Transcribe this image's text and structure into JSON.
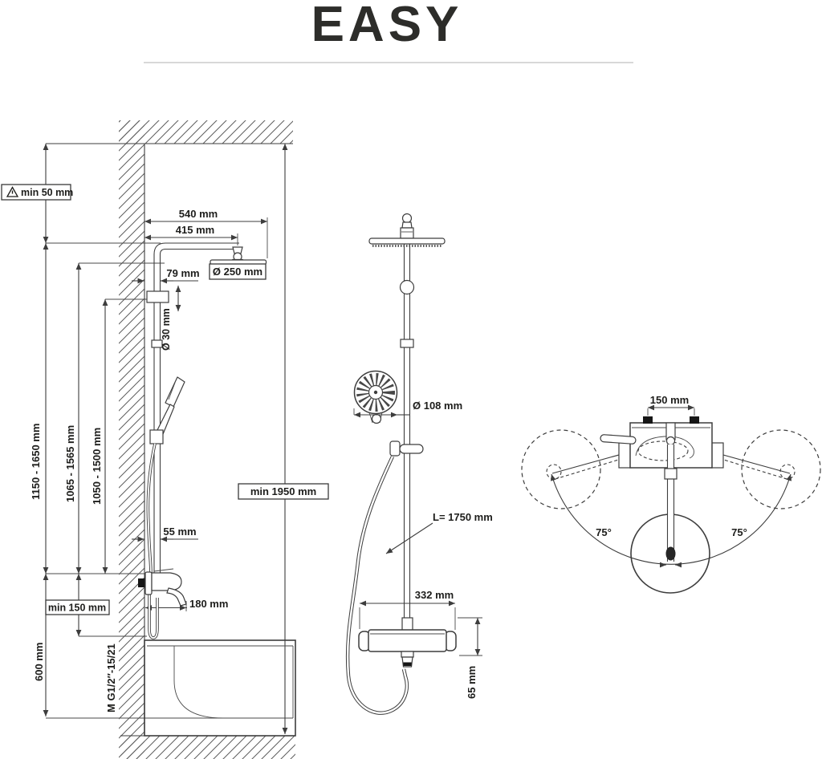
{
  "header": {
    "title": "EASY"
  },
  "labels": {
    "left": {
      "warning_icon": "⚠",
      "min_ceiling_gap": "min 50 mm",
      "arm_reach_outer": "540 mm",
      "arm_reach_pivot": "415 mm",
      "pipe_offset": "79 mm",
      "head_diameter": "Ø 250 mm",
      "pipe_diameter": "Ø 30 mm",
      "range_head": "1150 - 1650 mm",
      "range_handshower": "1065 - 1565 mm",
      "range_rail": "1050 - 1500 mm",
      "hose_offset": "55 mm",
      "min_height": "min 1950 mm",
      "min_above_tub": "min 150 mm",
      "spout_reach": "180 mm",
      "tub_height": "600 mm",
      "thread": "M G1/2″-15/21"
    },
    "middle": {
      "handshower_diameter": "Ø 108 mm",
      "hose_length": "L= 1750 mm",
      "body_width": "332 mm",
      "body_height": "65 mm"
    },
    "right": {
      "inlet_spacing": "150 mm",
      "swivel_left": "75°",
      "swivel_right": "75°"
    }
  },
  "colors": {
    "line": "#3d3d3d",
    "text": "#1d1d1b",
    "solid_fill": "#161616",
    "divider": "#cccccc"
  }
}
